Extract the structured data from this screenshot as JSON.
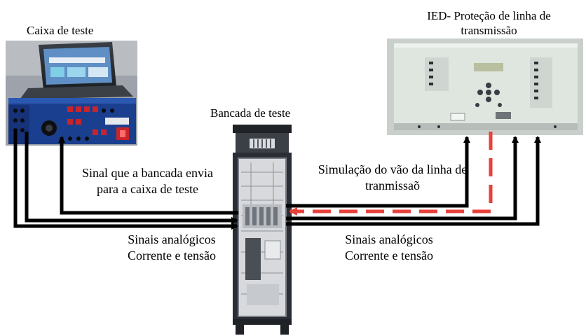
{
  "labels": {
    "test_box": "Caixa de teste",
    "ied": "IED- Proteção de linha de transmissão",
    "bench": "Bancada de teste",
    "bench_to_box": "Sinal que a bancada envia para a caixa de teste",
    "line_simulation": "Simulação do vão da linha de tranmissaõ",
    "analog_left": "Sinais analógicos Corrente e tensão",
    "analog_right": "Sinais analógicos Corrente e tensão"
  },
  "colors": {
    "arrow": "#000000",
    "dashed_arrow": "#e8403a",
    "test_box_panel": "#1b3f8f",
    "test_box_accent": "#c8242c",
    "ied_panel": "#dfe6e0",
    "bench_cabinet": "#2a2d33"
  }
}
